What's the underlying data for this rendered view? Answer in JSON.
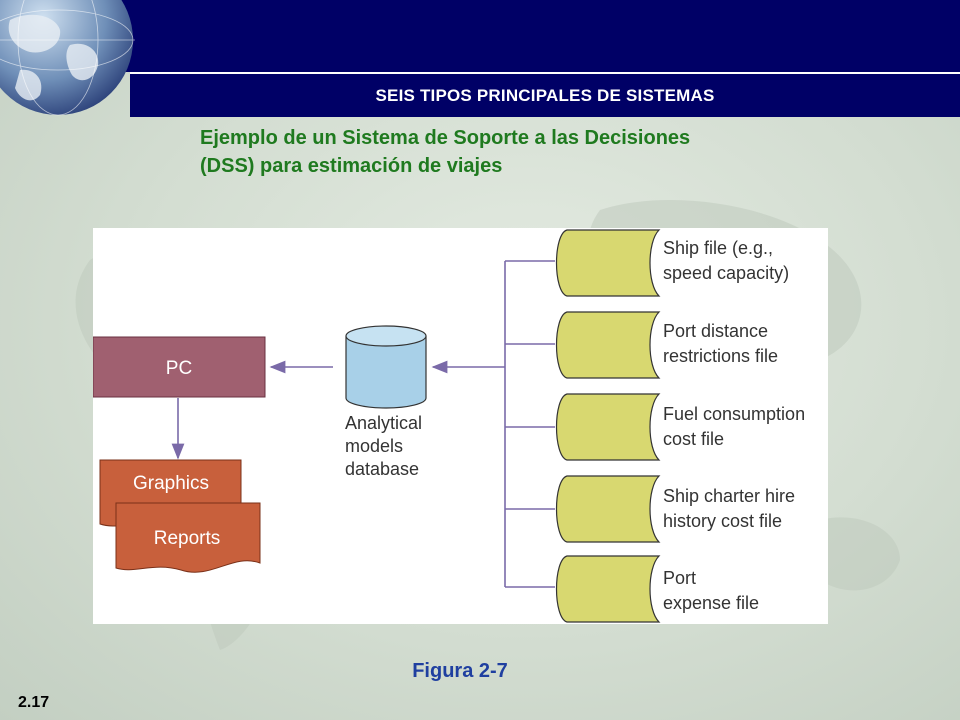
{
  "header": {
    "title": "SEIS TIPOS PRINCIPALES DE SISTEMAS"
  },
  "subtitle": {
    "line1": "Ejemplo de un Sistema de Soporte a las Decisiones",
    "line2": "(DSS) para estimación de viajes"
  },
  "diagram": {
    "pc_label": "PC",
    "graphics_label": "Graphics",
    "reports_label": "Reports",
    "database_label": [
      "Analytical",
      "models",
      "database"
    ],
    "files": [
      {
        "lines": [
          "Ship file (e.g.,",
          "speed capacity)"
        ]
      },
      {
        "lines": [
          "Port distance",
          "restrictions file"
        ]
      },
      {
        "lines": [
          "Fuel consumption",
          "cost file"
        ]
      },
      {
        "lines": [
          "Ship charter hire",
          "history cost file"
        ]
      },
      {
        "lines": [
          "Port",
          "expense file"
        ]
      }
    ],
    "colors": {
      "pc": "#a06070",
      "documents": "#c8603c",
      "database": "#a8d0e8",
      "files": "#d8d870",
      "connector": "#7a6aa8"
    }
  },
  "figure_caption": "Figura 2-7",
  "page_number": "2.17"
}
